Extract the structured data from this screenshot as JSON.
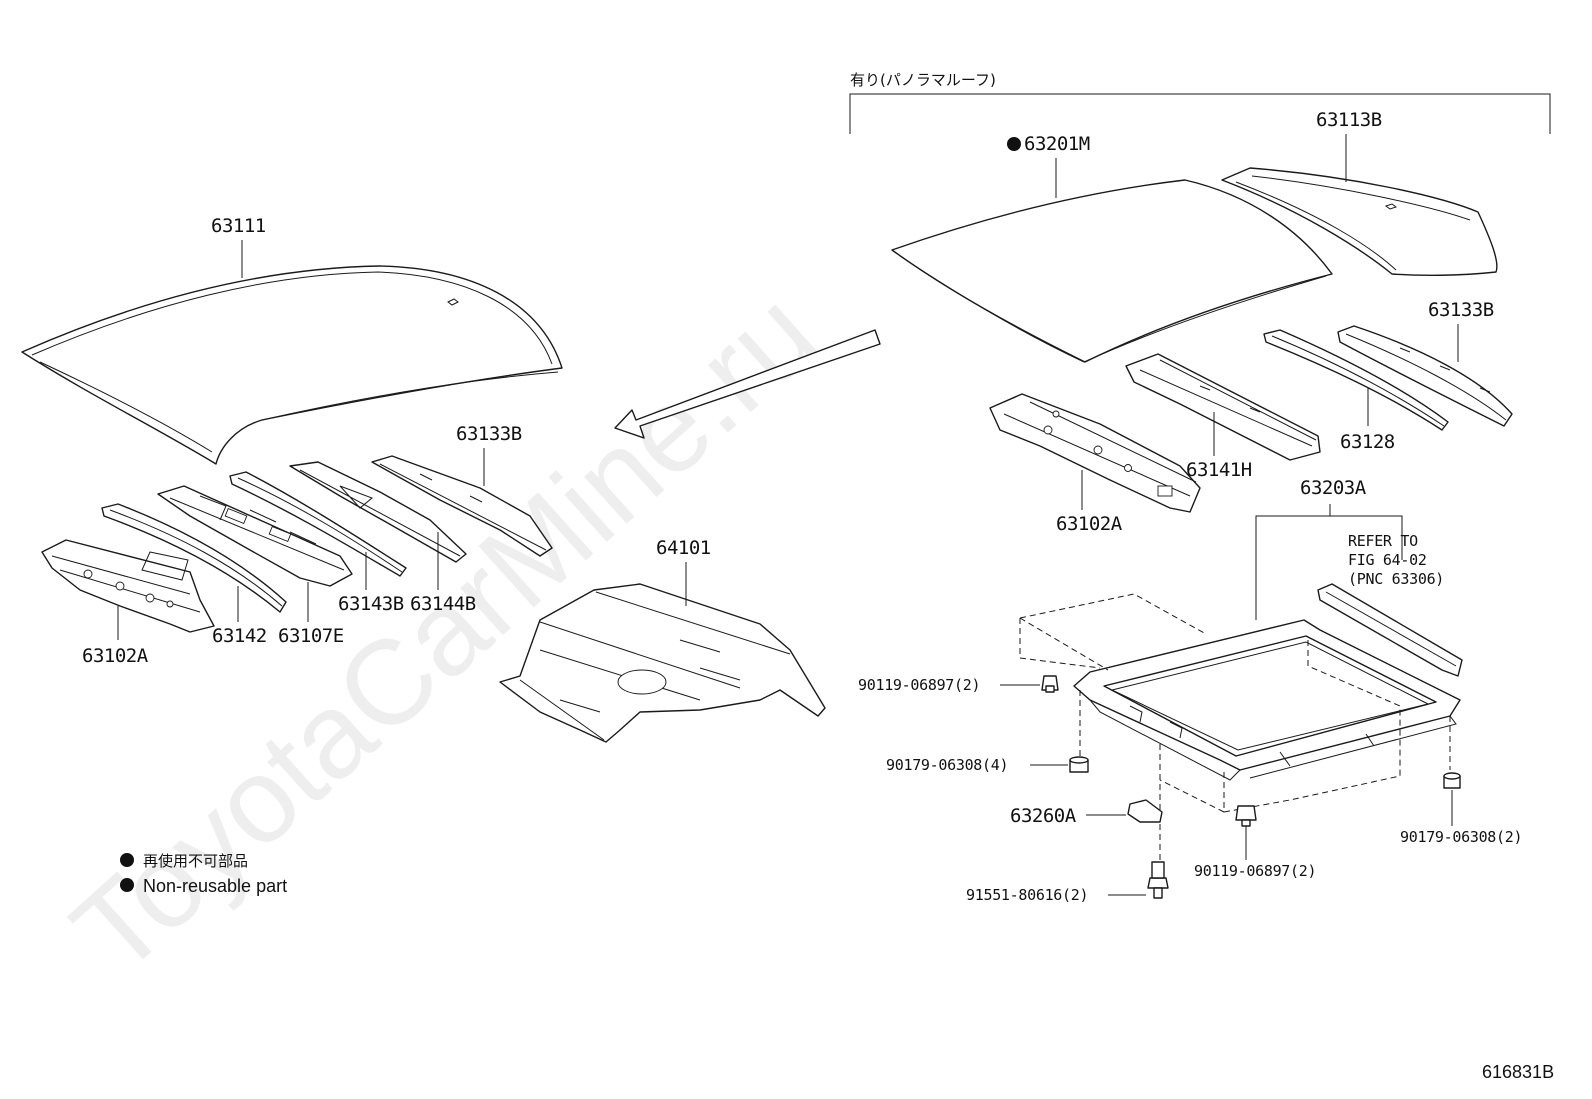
{
  "watermark": "ToyotaCarMine.ru",
  "option_header": "有り(パノラマルーフ)",
  "labels": {
    "p63111": "63111",
    "p63133B_left": "63133B",
    "p63102A_left": "63102A",
    "p63142": "63142",
    "p63107E": "63107E",
    "p63143B": "63143B",
    "p63144B": "63144B",
    "p64101": "64101",
    "p63201M": "63201M",
    "p63113B": "63113B",
    "p63133B_right": "63133B",
    "p63128": "63128",
    "p63141H": "63141H",
    "p63102A_right": "63102A",
    "p63203A": "63203A",
    "p90119_top": "90119-06897(2)",
    "p90179_left": "90179-06308(4)",
    "p63260A": "63260A",
    "p91551": "91551-80616(2)",
    "p90119_bottom": "90119-06897(2)",
    "p90179_right": "90179-06308(2)"
  },
  "refer": {
    "line1": "REFER TO",
    "line2": "FIG 64-02",
    "line3": "(PNC 63306)"
  },
  "legend": {
    "line_jp": "再使用不可部品",
    "line_en": "Non-reusable part"
  },
  "figure_id": "616831B",
  "colors": {
    "line": "#1a1a1a",
    "watermark": "#eeeeee",
    "background": "#ffffff"
  }
}
